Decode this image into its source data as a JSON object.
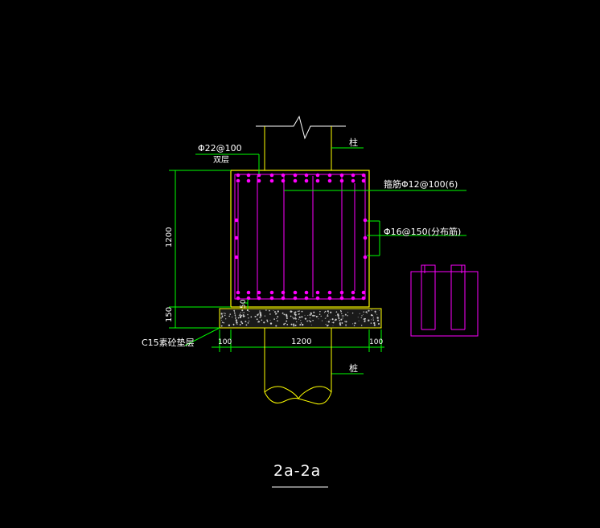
{
  "drawing": {
    "section_title": "2a-2a",
    "labels": {
      "top_bar": "Φ22@100",
      "top_layer": "双层",
      "column_top": "柱",
      "stirrup": "箍筋Φ12@100(6)",
      "distribution": "Φ16@150(分布筋)",
      "height_main": "1200",
      "height_pad": "150",
      "cover": "50",
      "cushion": "C15素砼垫层",
      "dim_left": "100",
      "dim_mid": "1200",
      "dim_right": "100",
      "pile": "桩"
    },
    "colors": {
      "background": "#000000",
      "concrete_outline": "#ffff00",
      "rebar": "#ff00ff",
      "dimension": "#00ff00",
      "text": "#ffffff",
      "pile_outline": "#ffff00"
    }
  }
}
